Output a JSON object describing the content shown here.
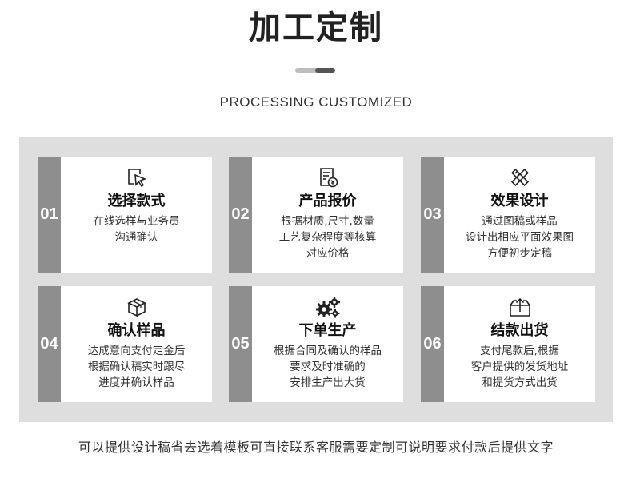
{
  "header": {
    "title": "加工定制",
    "subtitle": "PROCESSING CUSTOMIZED"
  },
  "steps": [
    {
      "number": "01",
      "title": "选择款式",
      "icon": "cursor-select-icon",
      "lines": [
        "在线选样与业务员",
        "沟通确认"
      ]
    },
    {
      "number": "02",
      "title": "产品报价",
      "icon": "price-document-icon",
      "lines": [
        "根据材质,尺寸,数量",
        "工艺复杂程度等核算",
        "对应价格"
      ]
    },
    {
      "number": "03",
      "title": "效果设计",
      "icon": "design-tools-icon",
      "lines": [
        "通过图稿或样品",
        "设计出相应平面效果图",
        "方便初步定稿"
      ]
    },
    {
      "number": "04",
      "title": "确认样品",
      "icon": "sample-box-icon",
      "lines": [
        "达成意向支付定金后",
        "根据确认稿实时跟尽",
        "进度并确认样品"
      ]
    },
    {
      "number": "05",
      "title": "下单生产",
      "icon": "gears-icon",
      "lines": [
        "根据合同及确认的样品",
        "要求及时准确的",
        "安排生产出大货"
      ]
    },
    {
      "number": "06",
      "title": "结款出货",
      "icon": "shipping-box-icon",
      "lines": [
        "支付尾款后,根据",
        "客户提供的发货地址",
        "和提货方式出货"
      ]
    }
  ],
  "footer": {
    "text": "可以提供设计稿省去选着模板可直接联系客服需要定制可说明要求付款后提供文字"
  },
  "colors": {
    "panel_bg": "#dedede",
    "number_bar": "#8e8e8e",
    "card_bg": "#ffffff",
    "text_dark": "#222222"
  }
}
